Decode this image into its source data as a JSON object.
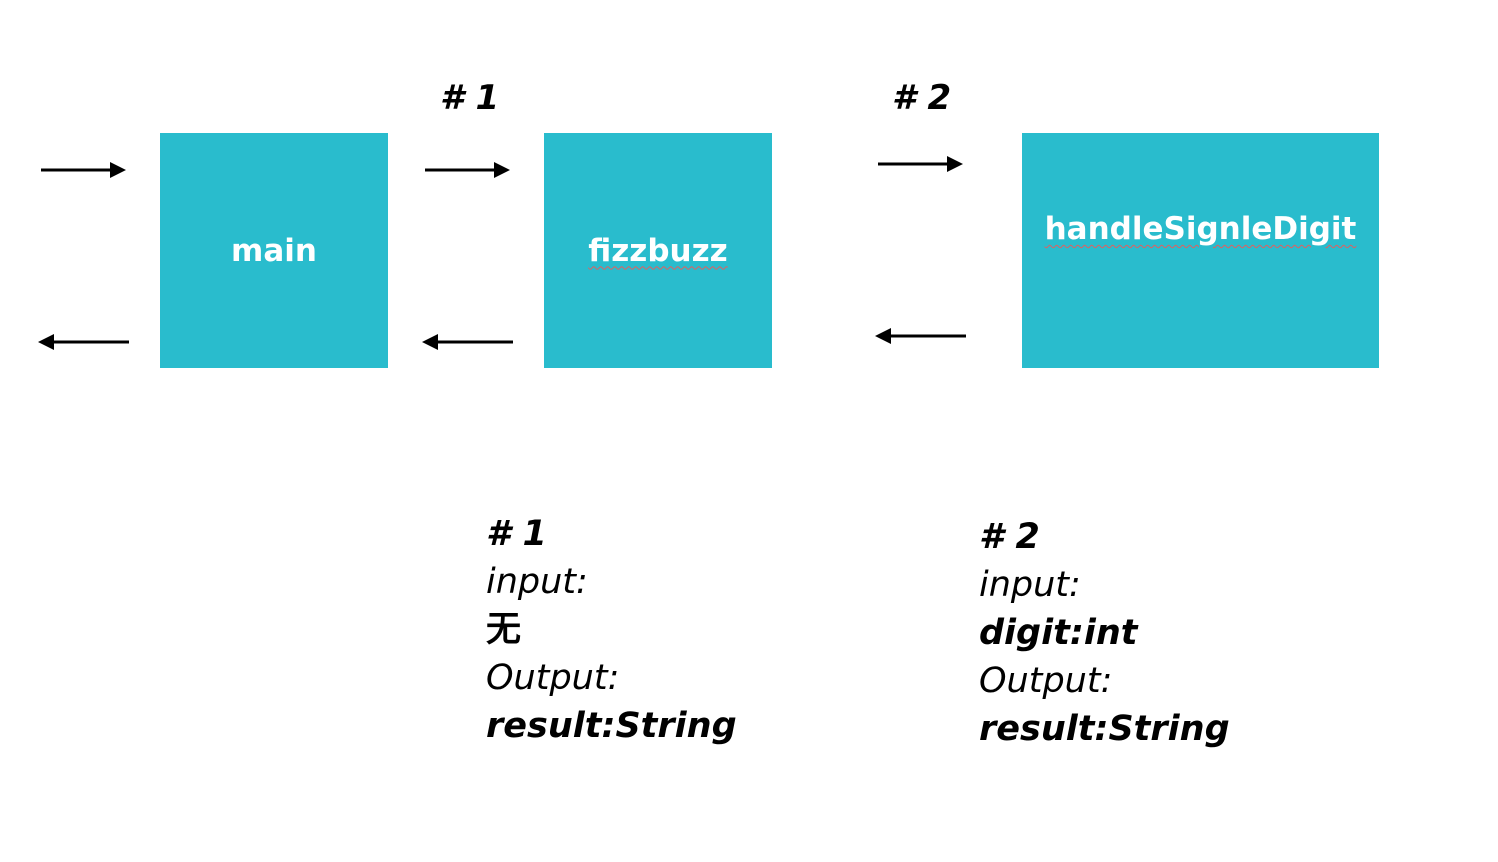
{
  "boxes": {
    "main": "main",
    "fizzbuzz": "fizzbuzz",
    "handle": "handleSignleDigit"
  },
  "step_labels": {
    "one": "# 1",
    "two": "# 2"
  },
  "specs": {
    "one": {
      "num": "# 1",
      "input_label": "input:",
      "input_value": "无",
      "output_label": "Output:",
      "output_value": "result:String"
    },
    "two": {
      "num": "# 2",
      "input_label": "input:",
      "input_value": "digit:int",
      "output_label": "Output:",
      "output_value": "result:String"
    }
  },
  "colors": {
    "box_fill": "#29bccd",
    "text_on_box": "#ffffff",
    "arrow": "#000000"
  }
}
